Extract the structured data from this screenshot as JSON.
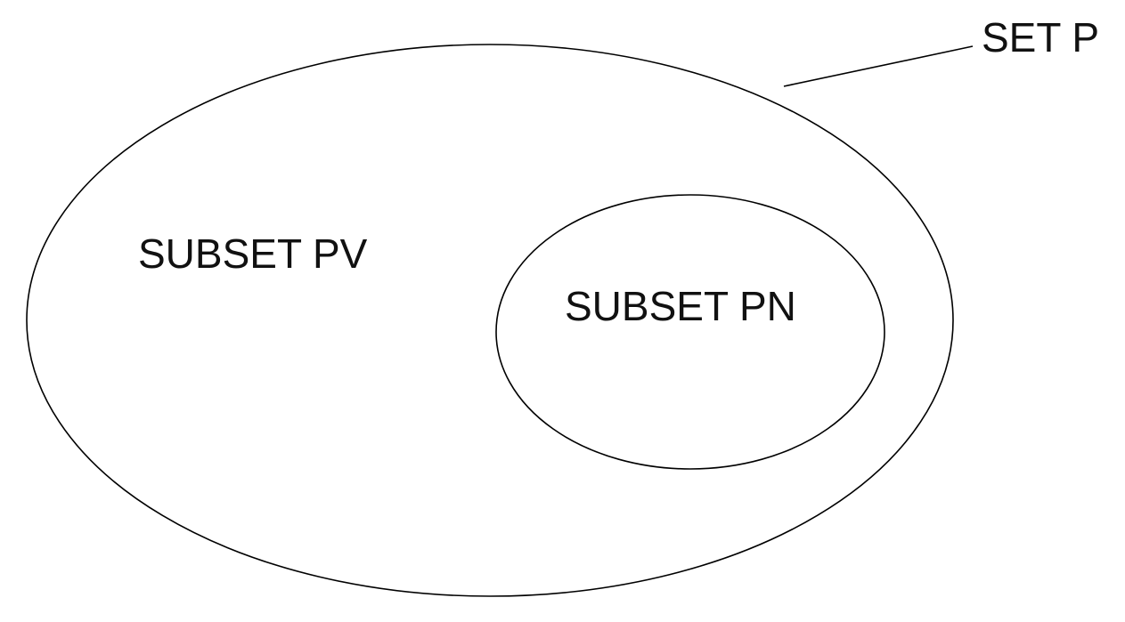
{
  "labels": {
    "set_p": "SET P",
    "subset_pv": "SUBSET PV",
    "subset_pn": "SUBSET PN"
  },
  "colors": {
    "stroke": "#000000",
    "text": "#111111",
    "background": "#ffffff"
  }
}
